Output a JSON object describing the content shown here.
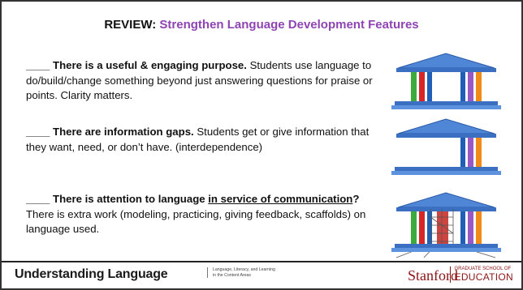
{
  "slide": {
    "title_prefix": "REVIEW:",
    "title_highlight": "Strengthen Language Development Features",
    "items": [
      {
        "blank": "____",
        "bold": "There is a useful & engaging purpose.",
        "text": "Students use language to do/build/change something beyond just answering questions for praise or points. Clarity matters."
      },
      {
        "blank": "____",
        "bold": "There are information gaps.",
        "text": "Students get or give information that they want, need, or don’t have. (interdependence)"
      },
      {
        "blank": "____",
        "bold_prefix": "There is attention to language",
        "underlined": "in service of communication",
        "bold_suffix": "?",
        "text": "There is extra work (modeling, practicing, giving feedback, scaffolds) on language used."
      }
    ]
  },
  "footer": {
    "brand": "Understanding Language",
    "tagline": "Language, Literacy, and Learning in the Content Areas",
    "university": "Stanford",
    "school_small": "GRADUATE SCHOOL OF",
    "school_big": "EDUCATION"
  },
  "colors": {
    "highlight": "#8e44b3",
    "pillar_green": "#3daa3d",
    "pillar_red": "#d6262a",
    "pillar_blue": "#1f5fb8",
    "pillar_purple": "#9a58c4",
    "pillar_orange": "#f08a18",
    "roof": "#4f86d6",
    "stanford": "#8c1515"
  }
}
